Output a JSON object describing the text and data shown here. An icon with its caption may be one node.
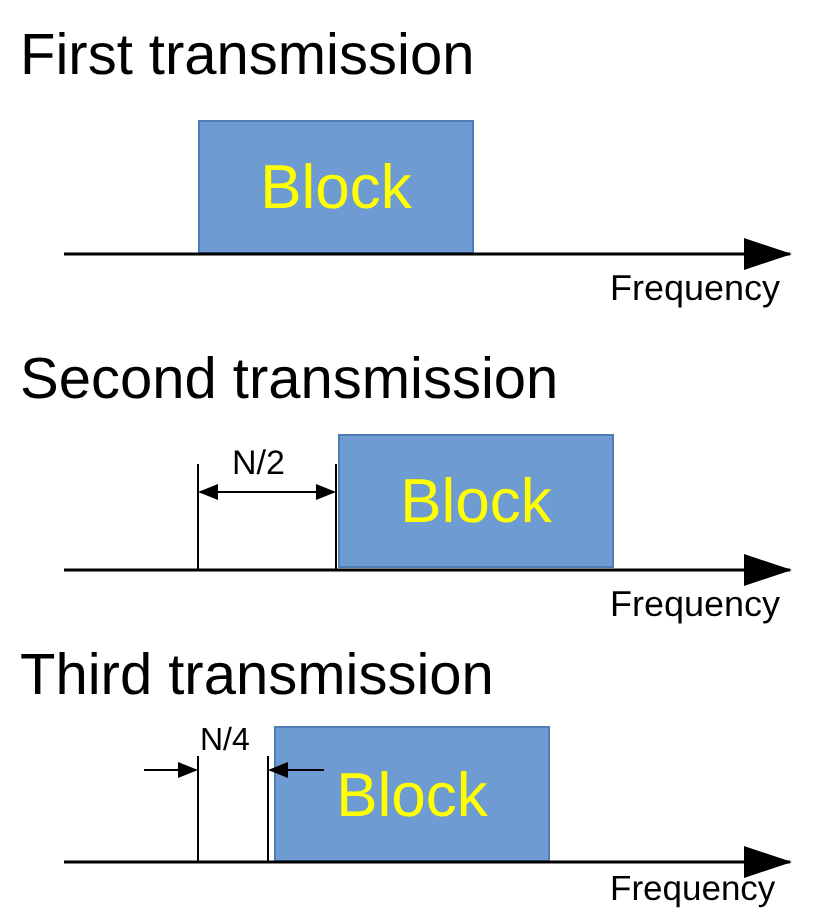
{
  "diagram": {
    "nodes": [
      {
        "text": [
          "Block"
        ]
      },
      {
        "text": [
          "Block"
        ]
      },
      {
        "text": [
          "Block"
        ]
      }
    ],
    "labels": [
      "First transmission",
      "Frequency",
      "Second transmission",
      "N/2",
      "Frequency",
      "Third transmission",
      "N/4",
      "Frequency"
    ]
  }
}
